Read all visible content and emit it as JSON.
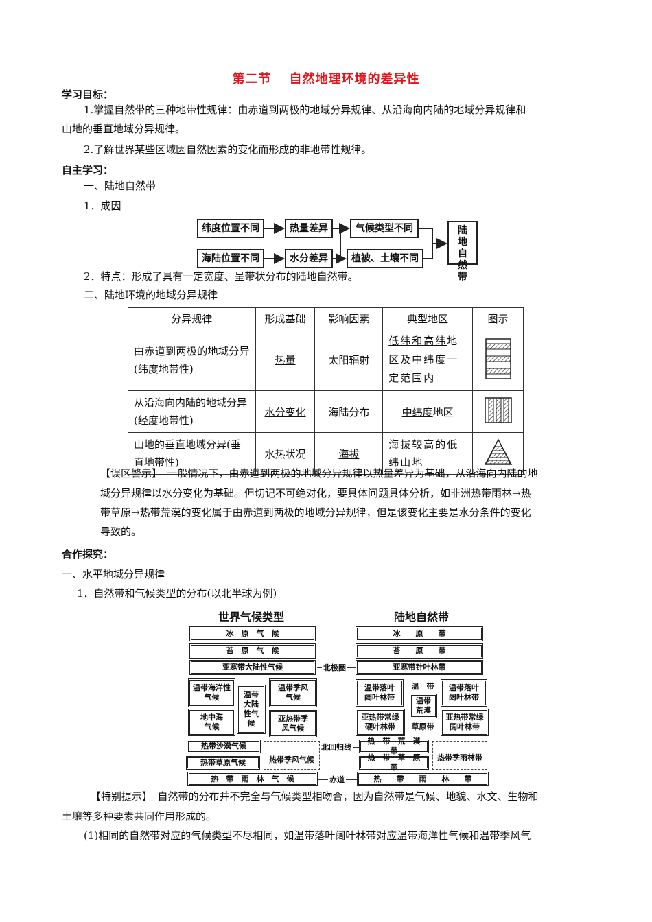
{
  "title": {
    "part1": "第二节",
    "part2": "自然地理环境的差异性"
  },
  "goals": {
    "heading": "学习目标：",
    "item1a": "1.掌握自然带的三种地带性规律：由赤道到两极的地域分异规律、从沿海向内陆的地域分异规律和",
    "item1b": "山地的垂直地域分异规律。",
    "item2": "2.了解世界某些区域因自然因素的变化而形成的非地带性规律。"
  },
  "self_study": {
    "heading": "自主学习：",
    "sec1": "一、陆地自然带",
    "sub1": "1．成因",
    "flow": {
      "b1": "纬度位置不同",
      "b2": "热量差异",
      "b3": "气候类型不同",
      "b4": "海陆位置不同",
      "b5": "水分差异",
      "b6": "植被、土壤不同",
      "result": "陆地自然带"
    },
    "sub2_pre": "2．特点：形成了具有一定宽度、呈",
    "sub2_u": "带状",
    "sub2_post": "分布的陆地自然带。",
    "sec2": "二、陆地环境的地域分异规律"
  },
  "table": {
    "headers": [
      "分异规律",
      "形成基础",
      "影响因素",
      "典型地区",
      "图示"
    ],
    "r1": {
      "law": "由赤道到两极的地域分异(纬度地带性)",
      "basis": "热量",
      "factor": "太阳辐射",
      "region_u": "低纬和高纬",
      "region_rest": "地区及中纬度一定范围内"
    },
    "r2": {
      "law": "从沿海向内陆的地域分异(经度地带性)",
      "basis": "水分变化",
      "factor": "海陆分布",
      "region_u": "中纬度",
      "region_rest": "地区"
    },
    "r3": {
      "law": "山地的垂直地域分异(垂直地带性)",
      "basis": "水热状况",
      "factor": "海拔",
      "region": "海拔较高的低纬山地"
    }
  },
  "warning": {
    "label": "【误区警示】",
    "l1": "一般情况下，由赤道到两极的地域分异规律以热量差异为基础，从沿海向内陆的地",
    "l2": "域分异规律以水分变化为基础。但切记不可绝对化，要具体问题具体分析，如非洲热带雨林→热",
    "l3": "带草原→热带荒漠的变化属于由赤道到两极的地域分异规律，但是该变化主要是水分条件的变化",
    "l4": "导致的。"
  },
  "coop": {
    "heading": "合作探究：",
    "sec1": "一、水平地域分异规律",
    "sub1": "1．自然带和气候类型的分布(以北半球为例)"
  },
  "chart": {
    "left_title": "世界气候类型",
    "right_title": "陆地自然带",
    "left": {
      "ice": "冰　原　气　候",
      "tundra": "苔　原　气　候",
      "subarctic": "亚寒带大陆性气候",
      "temp_ocean": "温带海洋性气候",
      "temp_cont": "温带大陆性气候",
      "temp_mon": "温带季风气候",
      "med": "地中海气候",
      "sub_mon": "亚热带季风气候",
      "desert": "热带沙漠气候",
      "savanna": "热带草原气候",
      "trop_mon": "热带季风气候",
      "rain": "热　带　雨　林　气　候"
    },
    "right": {
      "ice": "冰　　原　　带",
      "tundra": "苔　　原　　带",
      "taiga": "亚寒带针叶林带",
      "decid_l": "温带落叶阔叶林带",
      "grass": "温　带",
      "desert_t": "温带荒漠",
      "decid_r": "温带落叶阔叶林带",
      "sclero": "亚热带常绿硬叶林带",
      "steppe": "草原带",
      "evergreen": "亚热带常绿阔叶林带",
      "trop_desert": "热　带　荒　漠　带",
      "trop_grass": "热　带　草　原　带",
      "trop_mon_forest": "热带季雨林带",
      "rain": "热　　带　　雨　　林　　带"
    },
    "lines": {
      "arctic": "北极圈",
      "tropic": "北回归线",
      "equator": "赤道"
    }
  },
  "tip": {
    "label": "【特别提示】",
    "l1": "自然带的分布并不完全与气候类型相吻合，因为自然带是气候、地貌、水文、生物和",
    "l2": "土壤等多种要素共同作用形成的。",
    "l3": "(1)相同的自然带对应的气候类型不尽相同，如温带落叶阔叶林带对应温带海洋性气候和温带季风气"
  }
}
